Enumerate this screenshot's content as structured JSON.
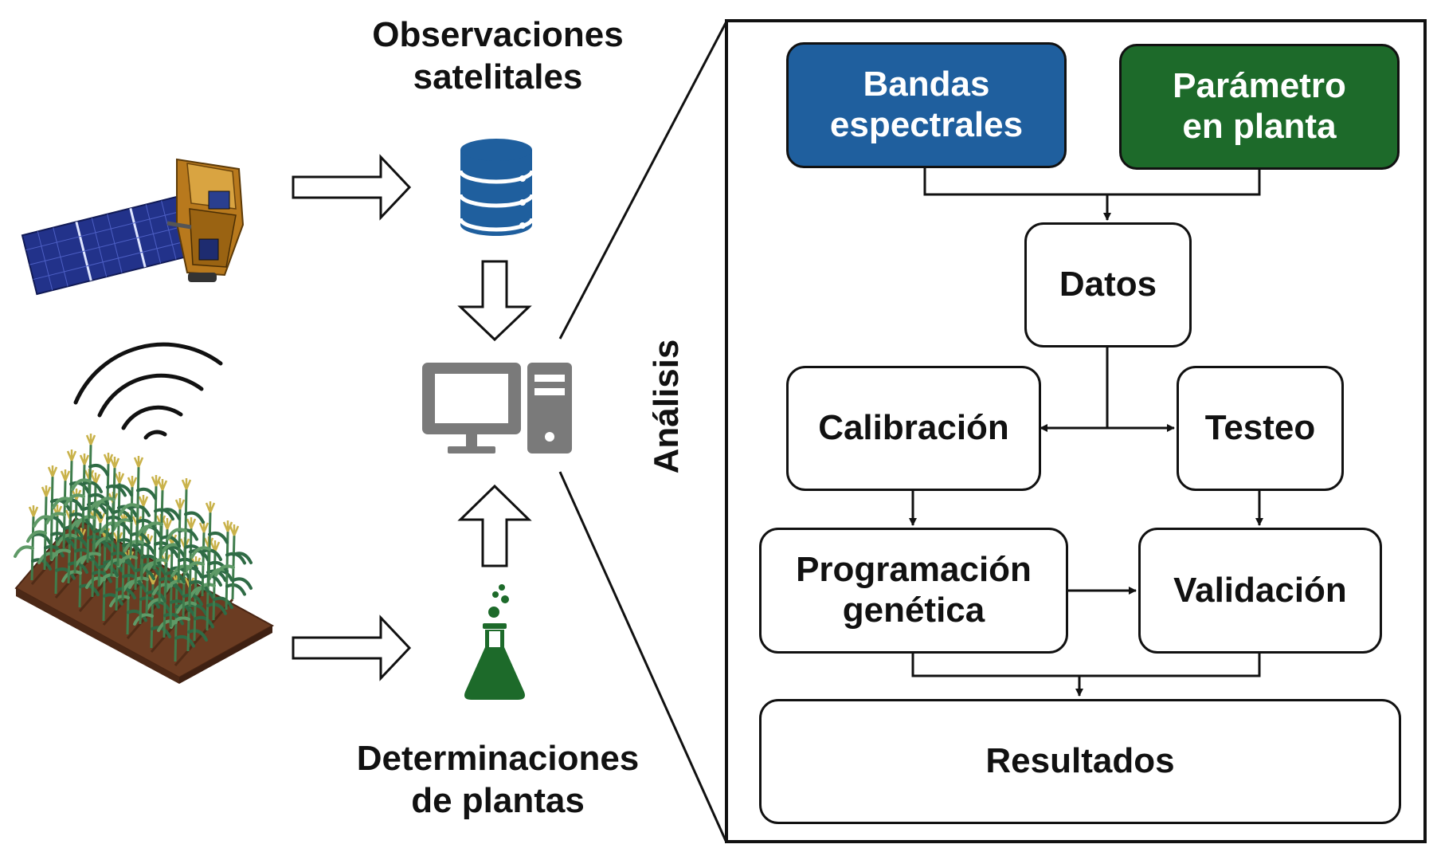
{
  "labels": {
    "satellite_obs": [
      "Observaciones",
      "satelitales"
    ],
    "plant_det": [
      "Determinaciones",
      "de plantas"
    ],
    "analysis": "Análisis"
  },
  "boxes": {
    "bandas": [
      "Bandas",
      "espectrales"
    ],
    "parametro": [
      "Parámetro",
      "en planta"
    ],
    "datos": "Datos",
    "calibracion": "Calibración",
    "testeo": "Testeo",
    "programacion": [
      "Programación",
      "genética"
    ],
    "validacion": "Validación",
    "resultados": "Resultados"
  },
  "icons": {
    "satellite": "satellite-icon",
    "wireless": "wireless-signal-icon",
    "field": "crop-field-icon",
    "database": "database-icon",
    "computer": "desktop-computer-icon",
    "flask": "lab-flask-icon"
  },
  "colors": {
    "blue_box": "#1f5f9e",
    "green_box": "#1d6a2a",
    "database": "#1f5f9e",
    "flask": "#1d6a2a",
    "computer": "#7a7a7a"
  }
}
